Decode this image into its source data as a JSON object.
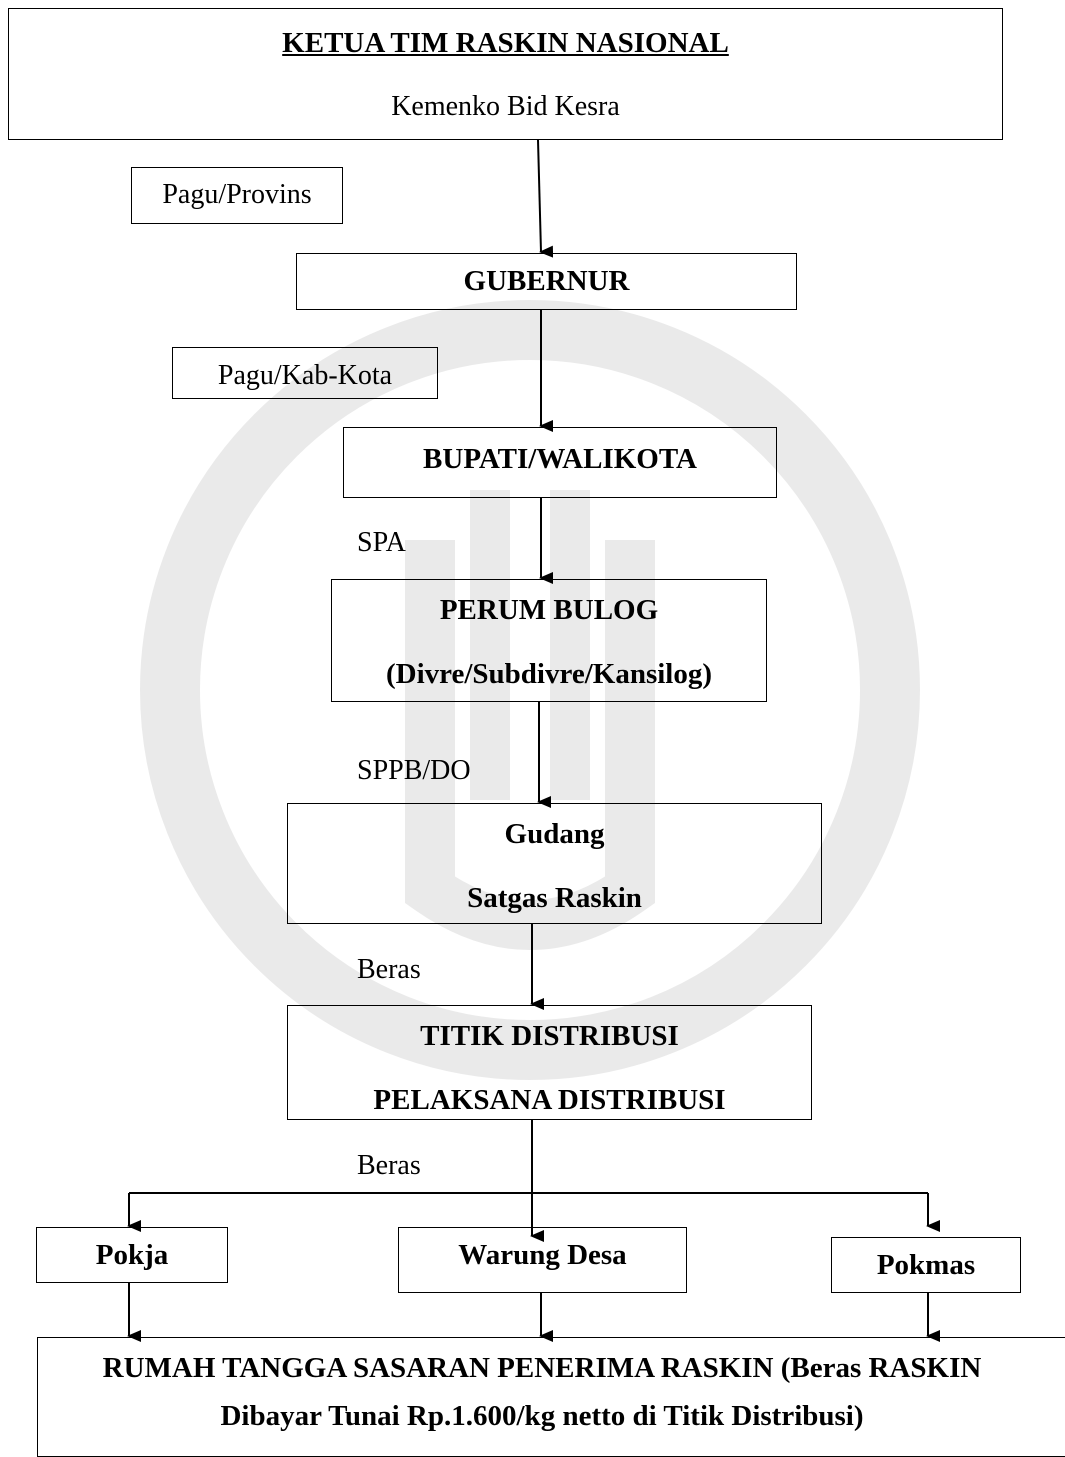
{
  "nodes": {
    "ketua": {
      "title": "KETUA TIM RASKIN NASIONAL",
      "subtitle": "Kemenko Bid Kesra"
    },
    "gubernur": {
      "title": "GUBERNUR"
    },
    "bupati": {
      "title": "BUPATI/WALIKOTA"
    },
    "bulog": {
      "line1": "PERUM BULOG",
      "line2": "(Divre/Subdivre/Kansilog)"
    },
    "gudang": {
      "line1": "Gudang",
      "line2": "Satgas Raskin"
    },
    "titik": {
      "line1": "TITIK DISTRIBUSI",
      "line2": "PELAKSANA DISTRIBUSI"
    },
    "pokja": {
      "title": "Pokja"
    },
    "warung": {
      "title": "Warung Desa"
    },
    "pokmas": {
      "title": "Pokmas"
    },
    "rumah": {
      "line1": "RUMAH TANGGA SASARAN PENERIMA RASKIN (Beras RASKIN",
      "line2": "Dibayar Tunai Rp.1.600/kg netto di Titik Distribusi)"
    }
  },
  "side_boxes": {
    "pagu_provins": "Pagu/Provins",
    "pagu_kab": "Pagu/Kab-Kota"
  },
  "edge_labels": {
    "spa": "SPA",
    "sppb": "SPPB/DO",
    "beras1": "Beras",
    "beras2": "Beras"
  }
}
